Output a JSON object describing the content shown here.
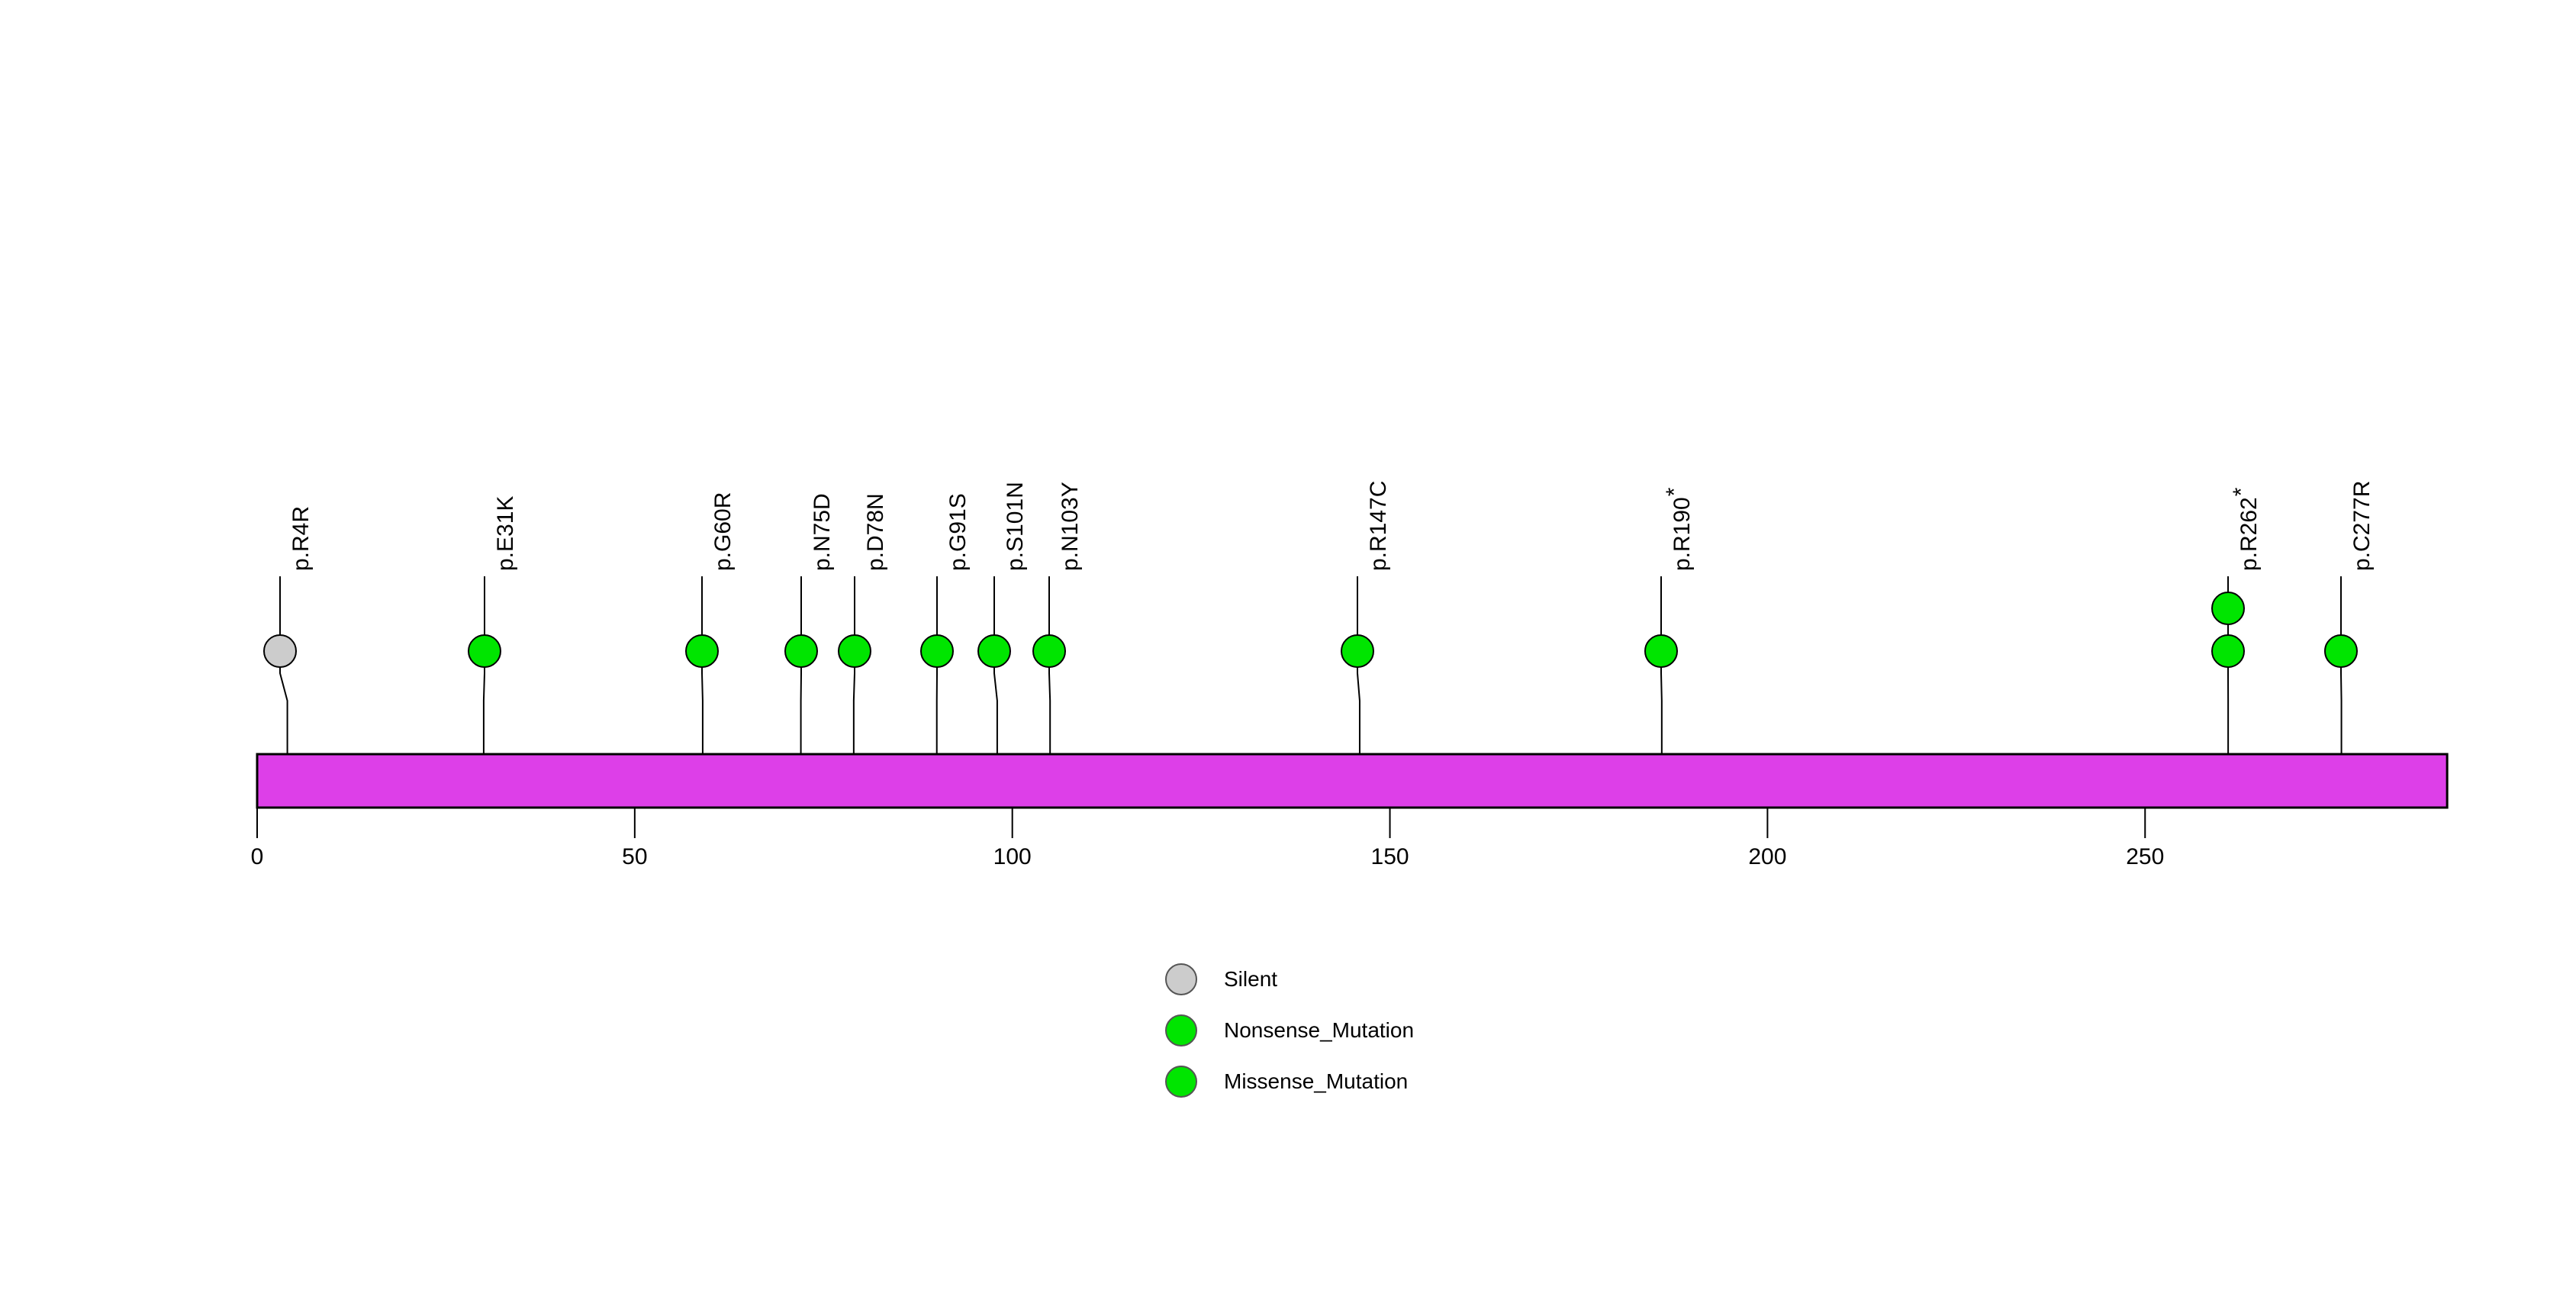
{
  "chart_data": {
    "type": "lollipop",
    "title": "",
    "xlabel": "",
    "ylabel": "",
    "xlim": [
      0,
      290
    ],
    "grid": false,
    "protein_domain": {
      "name": "protein-backbone",
      "start": 0,
      "end": 290,
      "color": "#DD3FE8",
      "border_color": "#000000"
    },
    "axis": {
      "ticks": [
        0,
        50,
        100,
        150,
        200,
        250
      ],
      "tick_labels": [
        "0",
        "50",
        "100",
        "150",
        "200",
        "250"
      ]
    },
    "legend": {
      "position": "bottom-center",
      "entries": [
        {
          "label": "Silent",
          "color": "#CCCCCC"
        },
        {
          "label": "Nonsense_Mutation",
          "color": "#00E500"
        },
        {
          "label": "Missense_Mutation",
          "color": "#00E500"
        }
      ]
    },
    "mutations": [
      {
        "label": "p.R4R",
        "protein_label": "p.R4R",
        "position": 4,
        "count": 1,
        "class": "Silent",
        "color": "#CCCCCC"
      },
      {
        "label": "p.E31K",
        "protein_label": "p.E31K",
        "position": 30,
        "count": 1,
        "class": "Missense_Mutation",
        "color": "#00E500"
      },
      {
        "label": "p.G60R",
        "protein_label": "p.G60R",
        "position": 59,
        "count": 1,
        "class": "Missense_Mutation",
        "color": "#00E500"
      },
      {
        "label": "p.N75D",
        "protein_label": "p.N75D",
        "position": 72,
        "count": 1,
        "class": "Missense_Mutation",
        "color": "#00E500"
      },
      {
        "label": "p.D78N",
        "protein_label": "p.D78N",
        "position": 79,
        "count": 1,
        "class": "Missense_Mutation",
        "color": "#00E500"
      },
      {
        "label": "p.G91S",
        "protein_label": "p.G91S",
        "position": 90,
        "count": 1,
        "class": "Missense_Mutation",
        "color": "#00E500"
      },
      {
        "label": "p.S101N",
        "protein_label": "p.S101N",
        "position": 98,
        "count": 1,
        "class": "Missense_Mutation",
        "color": "#00E500"
      },
      {
        "label": "p.N103Y",
        "protein_label": "p.N103Y",
        "position": 105,
        "count": 1,
        "class": "Missense_Mutation",
        "color": "#00E500"
      },
      {
        "label": "p.R147C",
        "protein_label": "p.R147C",
        "position": 146,
        "count": 1,
        "class": "Missense_Mutation",
        "color": "#00E500"
      },
      {
        "label": "p.R190*",
        "protein_label": "p.R190",
        "suffix": "*",
        "position": 186,
        "count": 1,
        "class": "Nonsense_Mutation",
        "color": "#00E500"
      },
      {
        "label": "p.R262*",
        "protein_label": "p.R262",
        "suffix": "*",
        "position": 261,
        "count": 2,
        "class": "Nonsense_Mutation",
        "color": "#00E500"
      },
      {
        "label": "p.C277R",
        "protein_label": "p.C277R",
        "position": 276,
        "count": 1,
        "class": "Missense_Mutation",
        "color": "#00E500"
      }
    ]
  }
}
